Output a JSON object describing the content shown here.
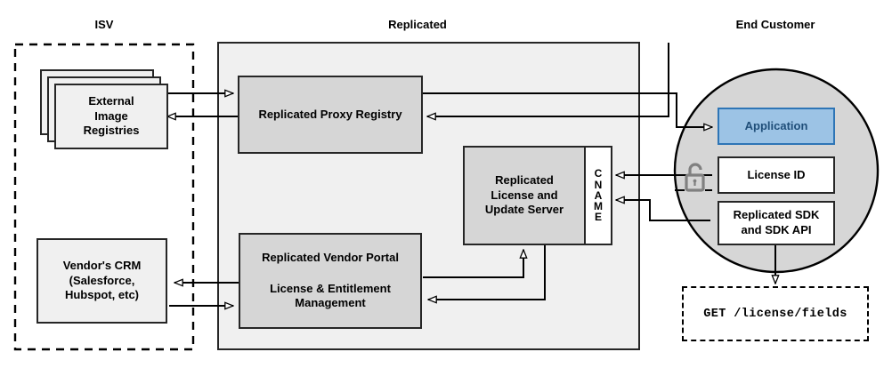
{
  "diagram": {
    "title_zones": [
      {
        "id": "isv",
        "label": "ISV"
      },
      {
        "id": "replicated",
        "label": "Replicated"
      },
      {
        "id": "end_customer",
        "label": "End Customer"
      }
    ],
    "isv": {
      "registries": "External Image Registries",
      "crm": "Vendor's CRM (Salesforce, Hubspot, etc)",
      "crm_line1": "Vendor's CRM",
      "crm_line2": "(Salesforce,",
      "crm_line3": "Hubspot, etc)",
      "registries_line1": "External",
      "registries_line2": "Image",
      "registries_line3": "Registries"
    },
    "replicated": {
      "proxy_registry": "Replicated Proxy Registry",
      "license_server_line1": "Replicated",
      "license_server_line2": "License and",
      "license_server_line3": "Update Server",
      "cname_letters": [
        "C",
        "N",
        "A",
        "M",
        "E"
      ],
      "vendor_portal_line1": "Replicated Vendor Portal",
      "vendor_portal_line2": "License & Entitlement",
      "vendor_portal_line3": "Management"
    },
    "end_customer": {
      "application": "Application",
      "license_id": "License ID",
      "sdk_line1": "Replicated SDK",
      "sdk_line2": "and SDK API",
      "api_call": "GET /license/fields",
      "lock_icon": "unlock-icon"
    },
    "colors": {
      "panel_fill": "#f0f0f0",
      "node_fill": "#d6d6d6",
      "circle_fill": "#d6d6d6",
      "accent_blue_fill": "#9cc3e5",
      "accent_blue_border": "#2e75b6",
      "accent_blue_text": "#1f4e79",
      "stroke": "#262626",
      "lock_gray": "#808080"
    }
  }
}
